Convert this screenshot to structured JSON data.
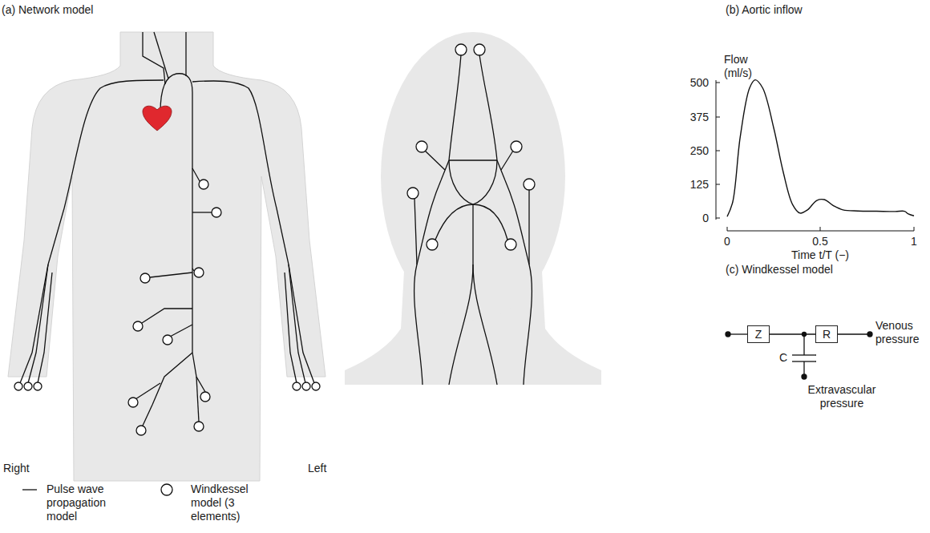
{
  "diagram": {
    "nodes": [
      {
        "text": [
          "Z"
        ]
      },
      {
        "text": [
          "R"
        ]
      }
    ],
    "edges": [
      {
        "from": 0,
        "to": 1,
        "arrow": "none"
      }
    ],
    "labels": [
      "(a) Network model",
      "(b) Aortic inflow",
      "Flow (ml/s)",
      "500",
      "375",
      "250",
      "125",
      "0",
      "0",
      "0.5",
      "1",
      "Time t/T (−)",
      "(c) Windkessel model",
      "C",
      "Venous pressure",
      "Extravascular pressure",
      "Right",
      "Left"
    ],
    "legend": [
      {
        "text": "Pulse wave propagation model"
      },
      {
        "text": "Windkessel model (3 elements)"
      }
    ]
  }
}
